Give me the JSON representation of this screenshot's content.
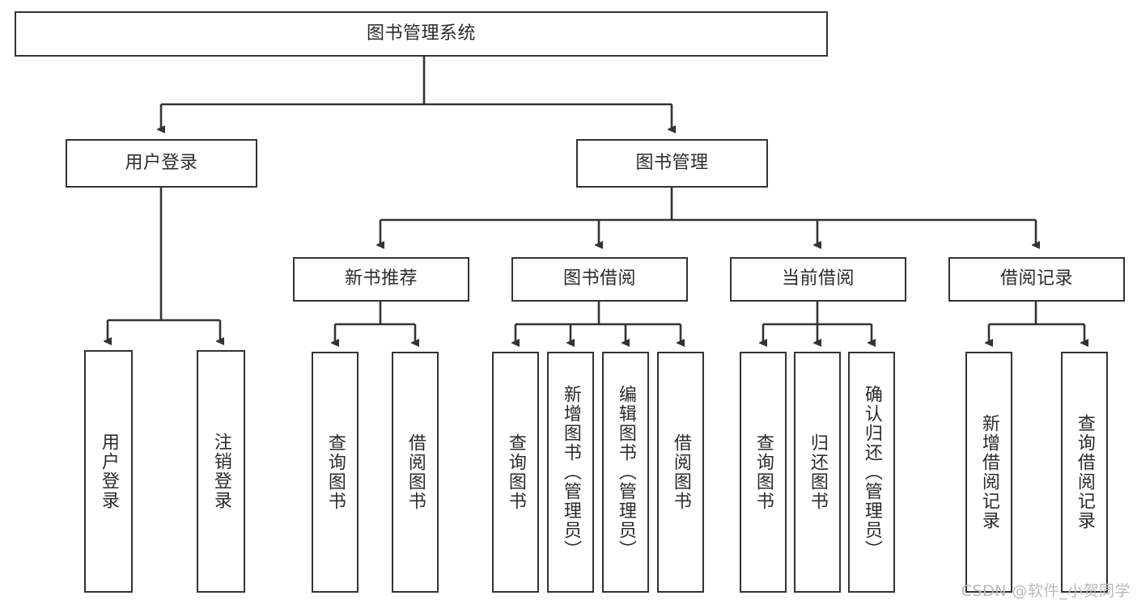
{
  "diagram": {
    "type": "tree-hierarchy",
    "title": "图书管理系统",
    "watermark": "CSDN @软件_小贺同学",
    "style": {
      "stroke": "#333333",
      "background": "#ffffff",
      "text_color": "#2b2b2b",
      "watermark_color": "#b9b9b9"
    },
    "levels": [
      {
        "level": 1,
        "nodes": [
          {
            "id": "root",
            "label": "图书管理系统",
            "orientation": "horizontal"
          }
        ]
      },
      {
        "level": 2,
        "nodes": [
          {
            "id": "login",
            "label": "用户登录",
            "orientation": "horizontal",
            "parent": "root"
          },
          {
            "id": "bookmgmt",
            "label": "图书管理",
            "orientation": "horizontal",
            "parent": "root"
          }
        ]
      },
      {
        "level": 3,
        "nodes": [
          {
            "id": "newbook",
            "label": "新书推荐",
            "orientation": "horizontal",
            "parent": "bookmgmt"
          },
          {
            "id": "borrow",
            "label": "图书借阅",
            "orientation": "horizontal",
            "parent": "bookmgmt"
          },
          {
            "id": "current",
            "label": "当前借阅",
            "orientation": "horizontal",
            "parent": "bookmgmt"
          },
          {
            "id": "records",
            "label": "借阅记录",
            "orientation": "horizontal",
            "parent": "bookmgmt"
          }
        ]
      },
      {
        "level": 4,
        "nodes": [
          {
            "id": "leaf-user-login",
            "label": "用户登录",
            "orientation": "vertical",
            "parent": "login"
          },
          {
            "id": "leaf-logout",
            "label": "注销登录",
            "orientation": "vertical",
            "parent": "login"
          },
          {
            "id": "leaf-query-book-1",
            "label": "查询图书",
            "orientation": "vertical",
            "parent": "newbook"
          },
          {
            "id": "leaf-borrow-book-1",
            "label": "借阅图书",
            "orientation": "vertical",
            "parent": "newbook"
          },
          {
            "id": "leaf-query-book-2",
            "label": "查询图书",
            "orientation": "vertical",
            "parent": "borrow"
          },
          {
            "id": "leaf-add-book",
            "label": "新增图书（管理员）",
            "orientation": "vertical",
            "parent": "borrow"
          },
          {
            "id": "leaf-edit-book",
            "label": "编辑图书（管理员）",
            "orientation": "vertical",
            "parent": "borrow"
          },
          {
            "id": "leaf-borrow-book-2",
            "label": "借阅图书",
            "orientation": "vertical",
            "parent": "borrow"
          },
          {
            "id": "leaf-query-book-3",
            "label": "查询图书",
            "orientation": "vertical",
            "parent": "current"
          },
          {
            "id": "leaf-return-book",
            "label": "归还图书",
            "orientation": "vertical",
            "parent": "current"
          },
          {
            "id": "leaf-confirm-return",
            "label": "确认归还（管理员）",
            "orientation": "vertical",
            "parent": "current"
          },
          {
            "id": "leaf-add-record",
            "label": "新增借阅记录",
            "orientation": "vertical",
            "parent": "records"
          },
          {
            "id": "leaf-query-record",
            "label": "查询借阅记录",
            "orientation": "vertical",
            "parent": "records"
          }
        ]
      }
    ]
  }
}
